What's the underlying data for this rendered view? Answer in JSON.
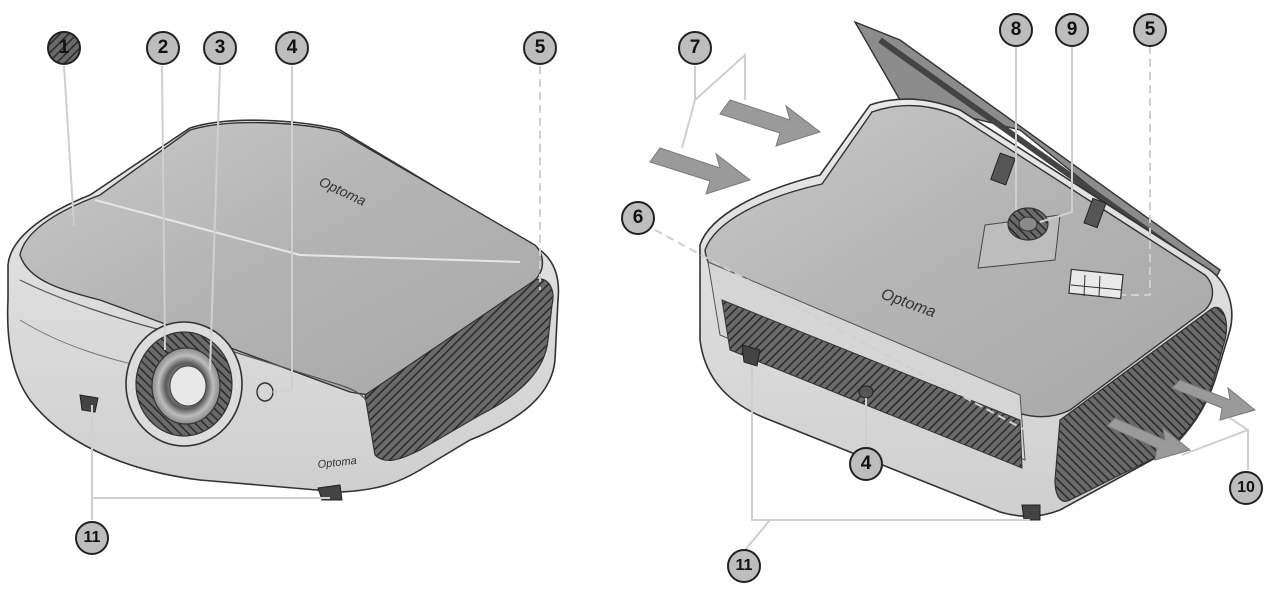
{
  "brand_text": "Optoma",
  "callouts": {
    "c1": "1",
    "c2": "2",
    "c3": "3",
    "c4a": "4",
    "c5a": "5",
    "c11a": "11",
    "c7": "7",
    "c8": "8",
    "c9": "9",
    "c5b": "5",
    "c6": "6",
    "c4b": "4",
    "c10": "10",
    "c11b": "11"
  }
}
